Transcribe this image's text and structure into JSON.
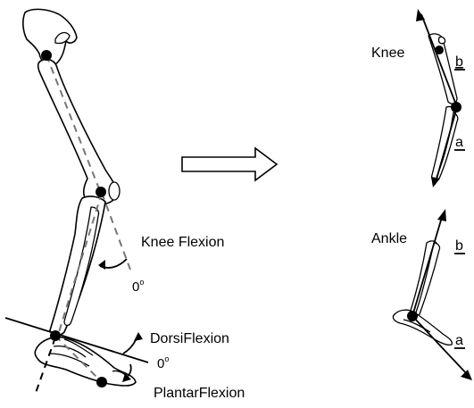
{
  "labels": {
    "knee_flexion": "Knee Flexion",
    "knee_zero": "0",
    "knee_zero_sup": "o",
    "dorsiflexion": "DorsiFlexion",
    "ankle_zero": "0",
    "ankle_zero_sup": "o",
    "plantarflexion": "PlantarFlexion",
    "knee": "Knee",
    "knee_b": "b",
    "knee_a": "a",
    "ankle": "Ankle",
    "ankle_b": "b",
    "ankle_a": "a"
  },
  "icons": {
    "transform_arrow": "right-arrow-icon"
  },
  "colors": {
    "ink": "#000000",
    "dashed_line": "#777777",
    "background": "#ffffff"
  }
}
